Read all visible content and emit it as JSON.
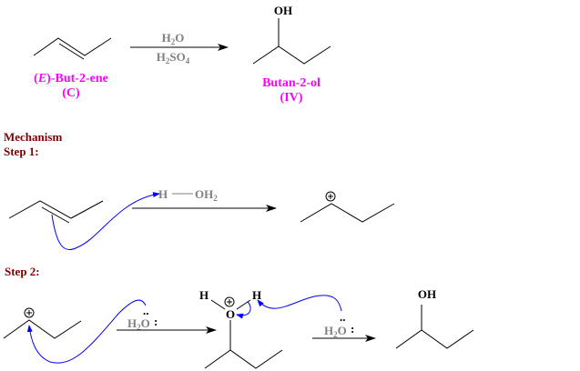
{
  "reaction": {
    "reagent_top": {
      "base": "H",
      "sub": "2",
      "rest": "O"
    },
    "reagent_bottom": {
      "base": "H",
      "sub1": "2",
      "mid": "SO",
      "sub2": "4"
    },
    "reactant_name": {
      "open": "(",
      "italic": "E",
      "rest": ")-But-2-ene"
    },
    "reactant_label": "(C)",
    "product_group": "OH",
    "product_name": "Butan-2-ol",
    "product_label": "(IV)"
  },
  "mechanism": {
    "title": "Mechanism",
    "step1": {
      "label": "Step 1:",
      "reagent_h": "H",
      "reagent_oh": "OH",
      "reagent_sub": "2"
    },
    "step2": {
      "label": "Step 2:",
      "water": {
        "h": "H",
        "sub": "2",
        "o": "O",
        "dots": ":",
        "pair": ".."
      },
      "oxonium_h_left": "H",
      "oxonium_o": "O",
      "oxonium_h_right": "H",
      "product_group": "OH"
    }
  },
  "colors": {
    "name": "#ff00ff",
    "heading": "#800000",
    "reagent": "#808080",
    "curly_arrow": "#0000ff"
  }
}
